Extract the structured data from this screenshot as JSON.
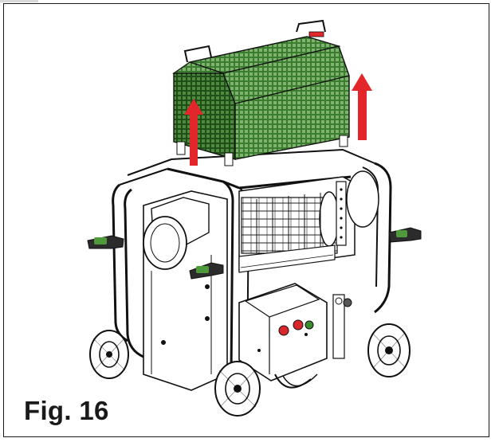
{
  "figure": {
    "label": "Fig. 16"
  },
  "colors": {
    "frame_border": "#1a1a1a",
    "grille_green": "#3b7d2e",
    "grille_green_dark": "#1f4f17",
    "arrow_red": "#e3262a",
    "handle_dark": "#2b2b2b",
    "handle_green": "#4e9a3a",
    "button_red": "#d9262b",
    "button_green": "#3c8d2f"
  },
  "icons": {
    "machine": "machine-illustration",
    "grille": "grille-cover",
    "arrows": "lift-arrow-icon"
  }
}
